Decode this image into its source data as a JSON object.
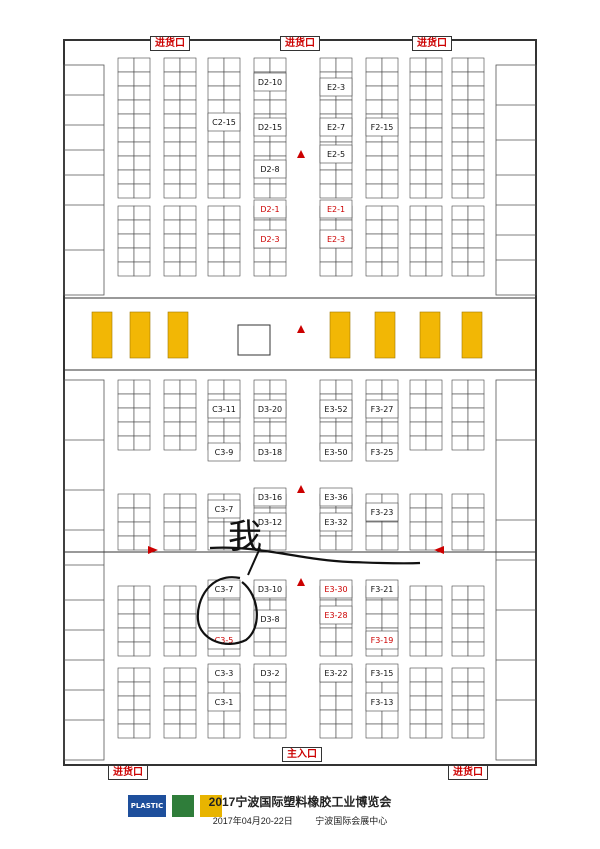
{
  "entrances": {
    "top_left": "进货口",
    "top_mid": "进货口",
    "top_right": "进货口",
    "bottom_left": "进货口",
    "bottom_mid": "主入口",
    "bottom_right": "进货口"
  },
  "title": "2017宁波国际塑料橡胶工业博览会",
  "date": "2017年04月20-22日",
  "venue": "宁波国际会展中心",
  "logos": {
    "plastic": "PLASTIC"
  },
  "handwritten": "我",
  "halls": {
    "C2": [
      "C2-15"
    ],
    "D2": [
      "D2-10",
      "D2-15",
      "D2-8",
      "D2-1",
      "D2-3"
    ],
    "E2": [
      "E2-3",
      "E2-7",
      "E2-5",
      "E2-1",
      "E2-3"
    ],
    "F2": [
      "F2-15"
    ],
    "C3": [
      "C3-11",
      "C3-9",
      "C3-7",
      "C3-7",
      "C3-5",
      "C3-3",
      "C3-1"
    ],
    "D3": [
      "D3-20",
      "D3-18",
      "D3-16",
      "D3-12",
      "D3-10",
      "D3-8",
      "D3-2"
    ],
    "E3": [
      "E3-52",
      "E3-50",
      "E3-36",
      "E3-32",
      "E3-30",
      "E3-28",
      "E3-22"
    ],
    "F3": [
      "F3-27",
      "F3-25",
      "F3-23",
      "F3-21",
      "F3-19",
      "F3-15",
      "F3-13"
    ]
  },
  "colors": {
    "wall": "#333333",
    "booth": "#444444",
    "red": "#cc0000",
    "yellow": "#f2b705",
    "ink": "#111111"
  }
}
